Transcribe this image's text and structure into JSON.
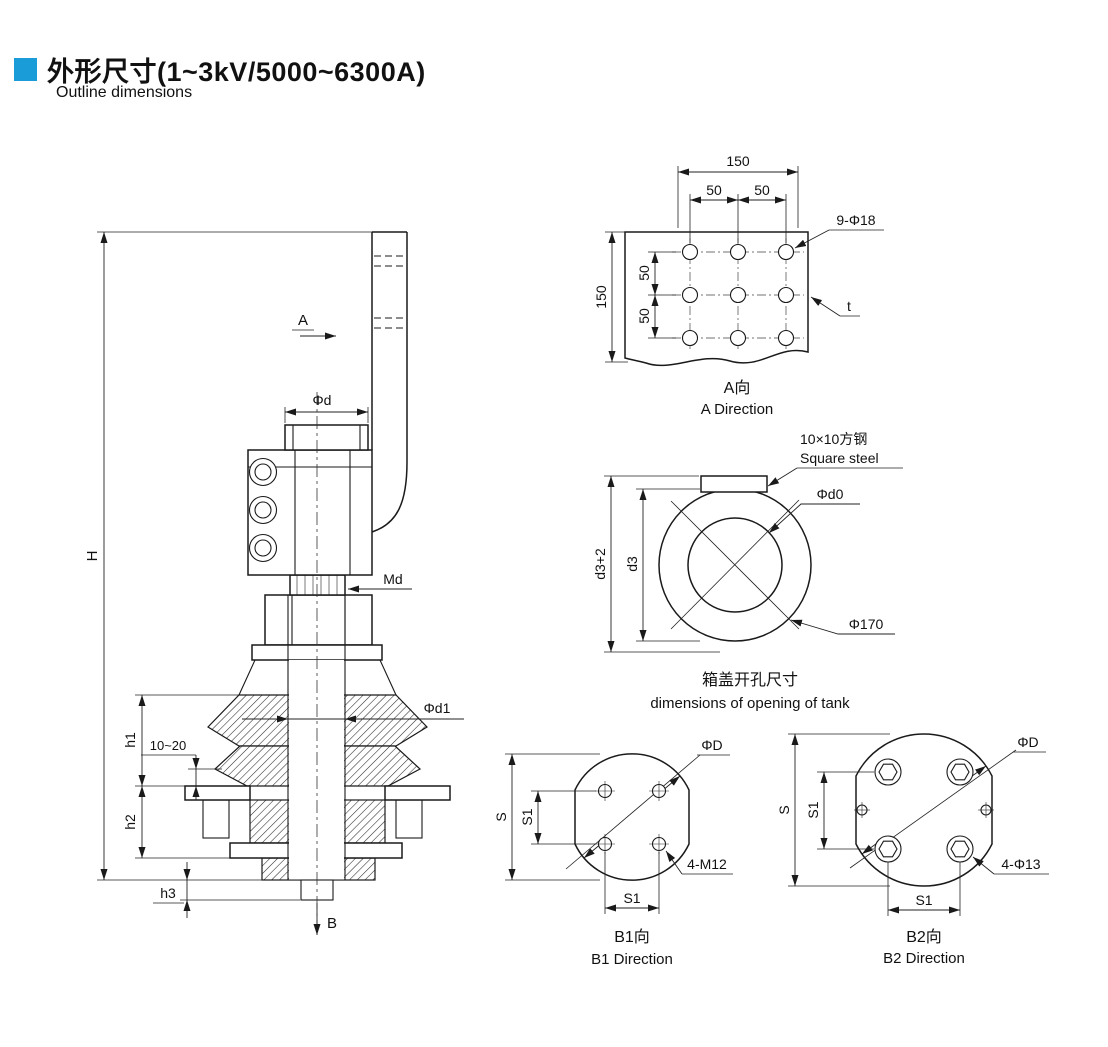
{
  "header": {
    "title": "外形尺寸(1~3kV/5000~6300A)",
    "subtitle": "Outline dimensions",
    "accent_color": "#1a9cd9"
  },
  "main_view": {
    "dim_H": "H",
    "label_A": "A",
    "label_B": "B",
    "dim_phi_d": "Φd",
    "dim_Md": "Md",
    "dim_phi_d1": "Φd1",
    "dim_h1": "h1",
    "dim_h2": "h2",
    "dim_h3": "h3",
    "dim_gap": "10~20"
  },
  "a_direction_view": {
    "dim_width": "150",
    "dim_w50_left": "50",
    "dim_w50_right": "50",
    "dim_height": "150",
    "dim_h50_top": "50",
    "dim_h50_bottom": "50",
    "holes_label": "9-Φ18",
    "thickness_label": "t",
    "caption_zh": "A向",
    "caption_en": "A  Direction"
  },
  "tank_opening_view": {
    "square_steel_zh": "10×10方钢",
    "square_steel_en": "Square steel",
    "dim_phi_d0": "Φd0",
    "dim_phi_170": "Φ170",
    "dim_d3_plus_2": "d3+2",
    "dim_d3": "d3",
    "caption_zh": "箱盖开孔尺寸",
    "caption_en": "dimensions of opening of tank"
  },
  "b1_direction_view": {
    "dim_phi_D": "ΦD",
    "dim_S": "S",
    "dim_S1_vertical": "S1",
    "dim_S1_bottom": "S1",
    "holes_label": "4-M12",
    "caption_zh": "B1向",
    "caption_en": "B1  Direction"
  },
  "b2_direction_view": {
    "dim_phi_D": "ΦD",
    "dim_S": "S",
    "dim_S1_vertical": "S1",
    "dim_S1_bottom": "S1",
    "holes_label": "4-Φ13",
    "caption_zh": "B2向",
    "caption_en": "B2  Direction"
  }
}
